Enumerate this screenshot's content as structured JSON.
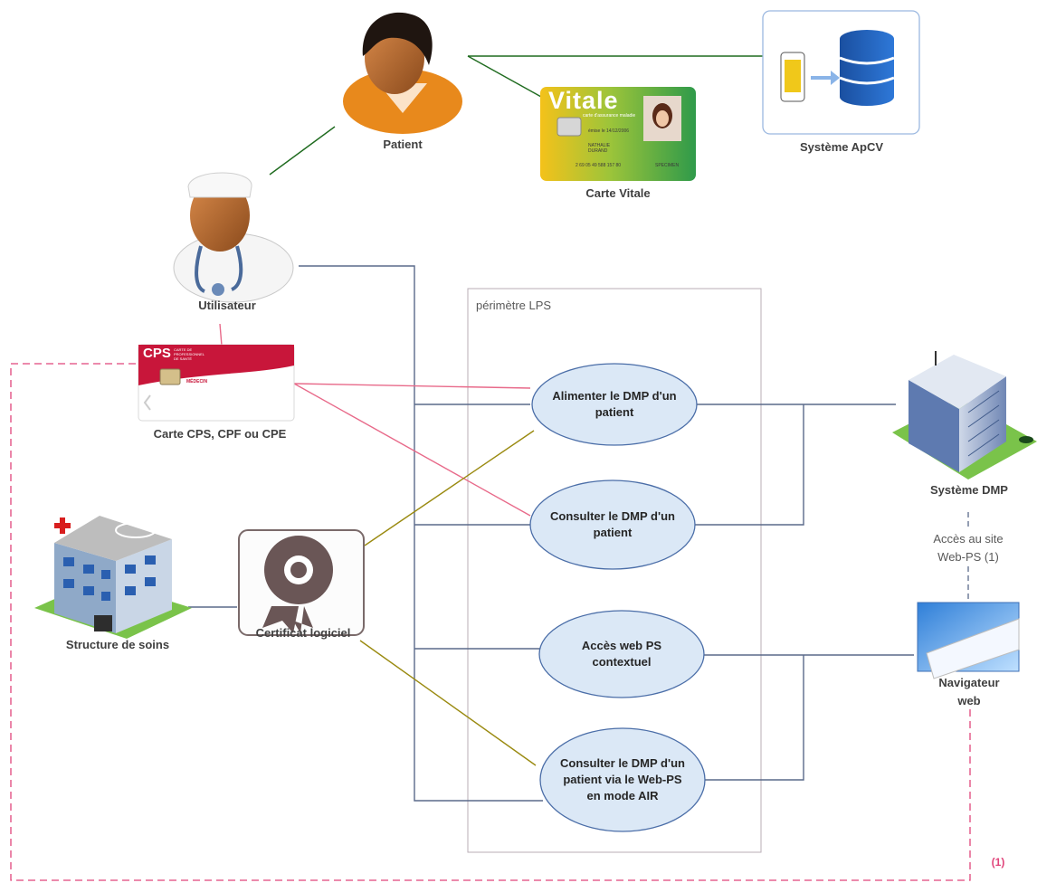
{
  "actors": {
    "patient": "Patient",
    "vitale_card": "Carte Vitale",
    "apcv": "Système ApCV",
    "user": "Utilisateur",
    "cps_card": "Carte CPS, CPF ou CPE",
    "care_structure": "Structure de soins",
    "software_cert": "Certificat logiciel",
    "dmp_system": "Système DMP",
    "web_browser": "Navigateur\nweb"
  },
  "boundary": {
    "label": "périmètre LPS"
  },
  "use_cases": [
    "Alimenter le DMP d'un\npatient",
    "Consulter le DMP d'un\npatient",
    "Accès web PS\ncontextuel",
    "Consulter le DMP d'un\npatient via le Web-PS\nen mode AIR"
  ],
  "annotations": {
    "web_ps_access": "Accès au site\nWeb-PS (1)",
    "footnote_marker": "(1)"
  },
  "card_text": {
    "vitale_brand": "Vitale",
    "vitale_subtitle": "carte d'assurance maladie",
    "vitale_date": "émise le 14/12/2006",
    "vitale_holder": "NATHALIE\nDURAND",
    "vitale_number": "2 69 05 49 588 157 80",
    "vitale_specimen": "SPECIMEN",
    "cps_brand": "CPS",
    "cps_subtitle": "CARTE DE\nPROFESSIONNEL\nDE SANTÉ",
    "cps_role": "MÉDECIN"
  },
  "icons": {
    "patient": "patient-avatar-icon",
    "user": "doctor-avatar-icon",
    "apcv": "phone-database-icon",
    "dmp": "office-building-icon",
    "browser": "http-url-icon",
    "hospital": "hospital-building-icon",
    "certificate": "certificate-seal-icon"
  },
  "colors": {
    "patient_links": "#1f6b1f",
    "user_links": "#5a6a8a",
    "card_links": "#e86a8a",
    "cert_links": "#9a8a10",
    "footnote": "#e0457b",
    "usecase_fill": "#dbe8f6",
    "usecase_stroke": "#4b6ea8"
  }
}
